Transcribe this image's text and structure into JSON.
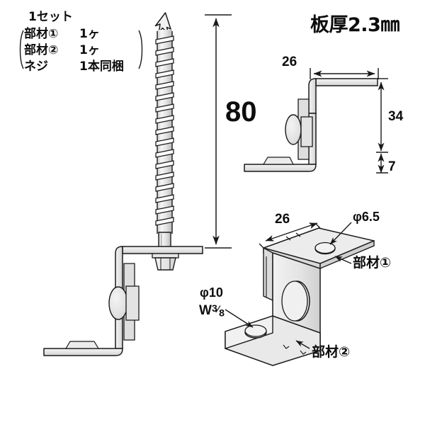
{
  "drawing": {
    "type": "technical-product-drawing",
    "subject": "roof mounting bracket set with wood screw",
    "background": "#ffffff",
    "line_color": "#1a1a1a",
    "metal_fill": "#e9e9e9",
    "metal_fill_dark": "#d5d5d5",
    "metal_fill_light": "#f4f4f4"
  },
  "set_list": {
    "title": "1セット",
    "rows": [
      {
        "item": "部材①",
        "qty": "1ヶ"
      },
      {
        "item": "部材②",
        "qty": "1ヶ"
      },
      {
        "item": "ネジ",
        "qty": "1本同梱"
      }
    ]
  },
  "notes": {
    "plate_thickness": "板厚2.3㎜"
  },
  "dimensions": {
    "screw_length": "80",
    "bracket_width_side": "26",
    "bracket_height": "34",
    "bracket_base_height": "7",
    "bracket_width_iso": "26"
  },
  "callouts": {
    "hole_top": "φ6.5",
    "hole_bottom_dia": "φ10",
    "hole_bottom_thread": "W",
    "hole_bottom_thread_num": "3",
    "hole_bottom_thread_den": "8",
    "part_one": "部材①",
    "part_two": "部材②"
  },
  "views": {
    "assembly_front": "screw + bracket assembly, front view",
    "bracket_side": "bracket side view with dimensions",
    "bracket_iso": "bracket exploded isometric view"
  }
}
